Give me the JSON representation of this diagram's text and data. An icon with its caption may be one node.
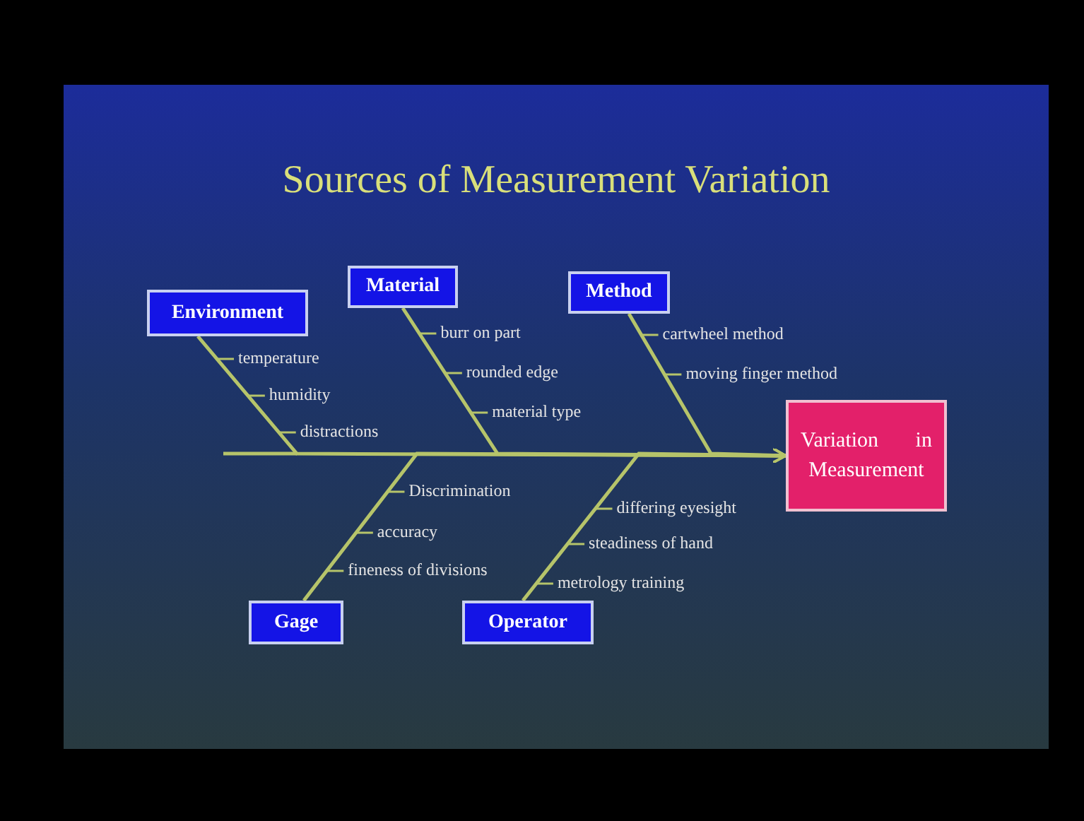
{
  "diagram": {
    "title": "Sources of Measurement Variation",
    "nodes": [
      {
        "text": [
          "Environment"
        ]
      },
      {
        "text": [
          "Material"
        ]
      },
      {
        "text": [
          "Method"
        ]
      },
      {
        "text": [
          "Gage"
        ]
      },
      {
        "text": [
          "Operator"
        ]
      },
      {
        "text": [
          "Variation in Measurement"
        ]
      }
    ],
    "edges": [
      {
        "from": 0,
        "to": 5,
        "arrow": "to"
      },
      {
        "from": 1,
        "to": 5,
        "arrow": "to"
      },
      {
        "from": 2,
        "to": 5,
        "arrow": "to"
      },
      {
        "from": 3,
        "to": 5,
        "arrow": "to"
      },
      {
        "from": 4,
        "to": 5,
        "arrow": "to"
      }
    ],
    "labels": [
      "temperature",
      "humidity",
      "distractions",
      "burr on part",
      "rounded edge",
      "material type",
      "cartwheel method",
      "moving finger method",
      "Discrimination",
      "accuracy",
      "fineness of divisions",
      "differing eyesight",
      "steadiness of hand",
      "metrology training"
    ]
  }
}
